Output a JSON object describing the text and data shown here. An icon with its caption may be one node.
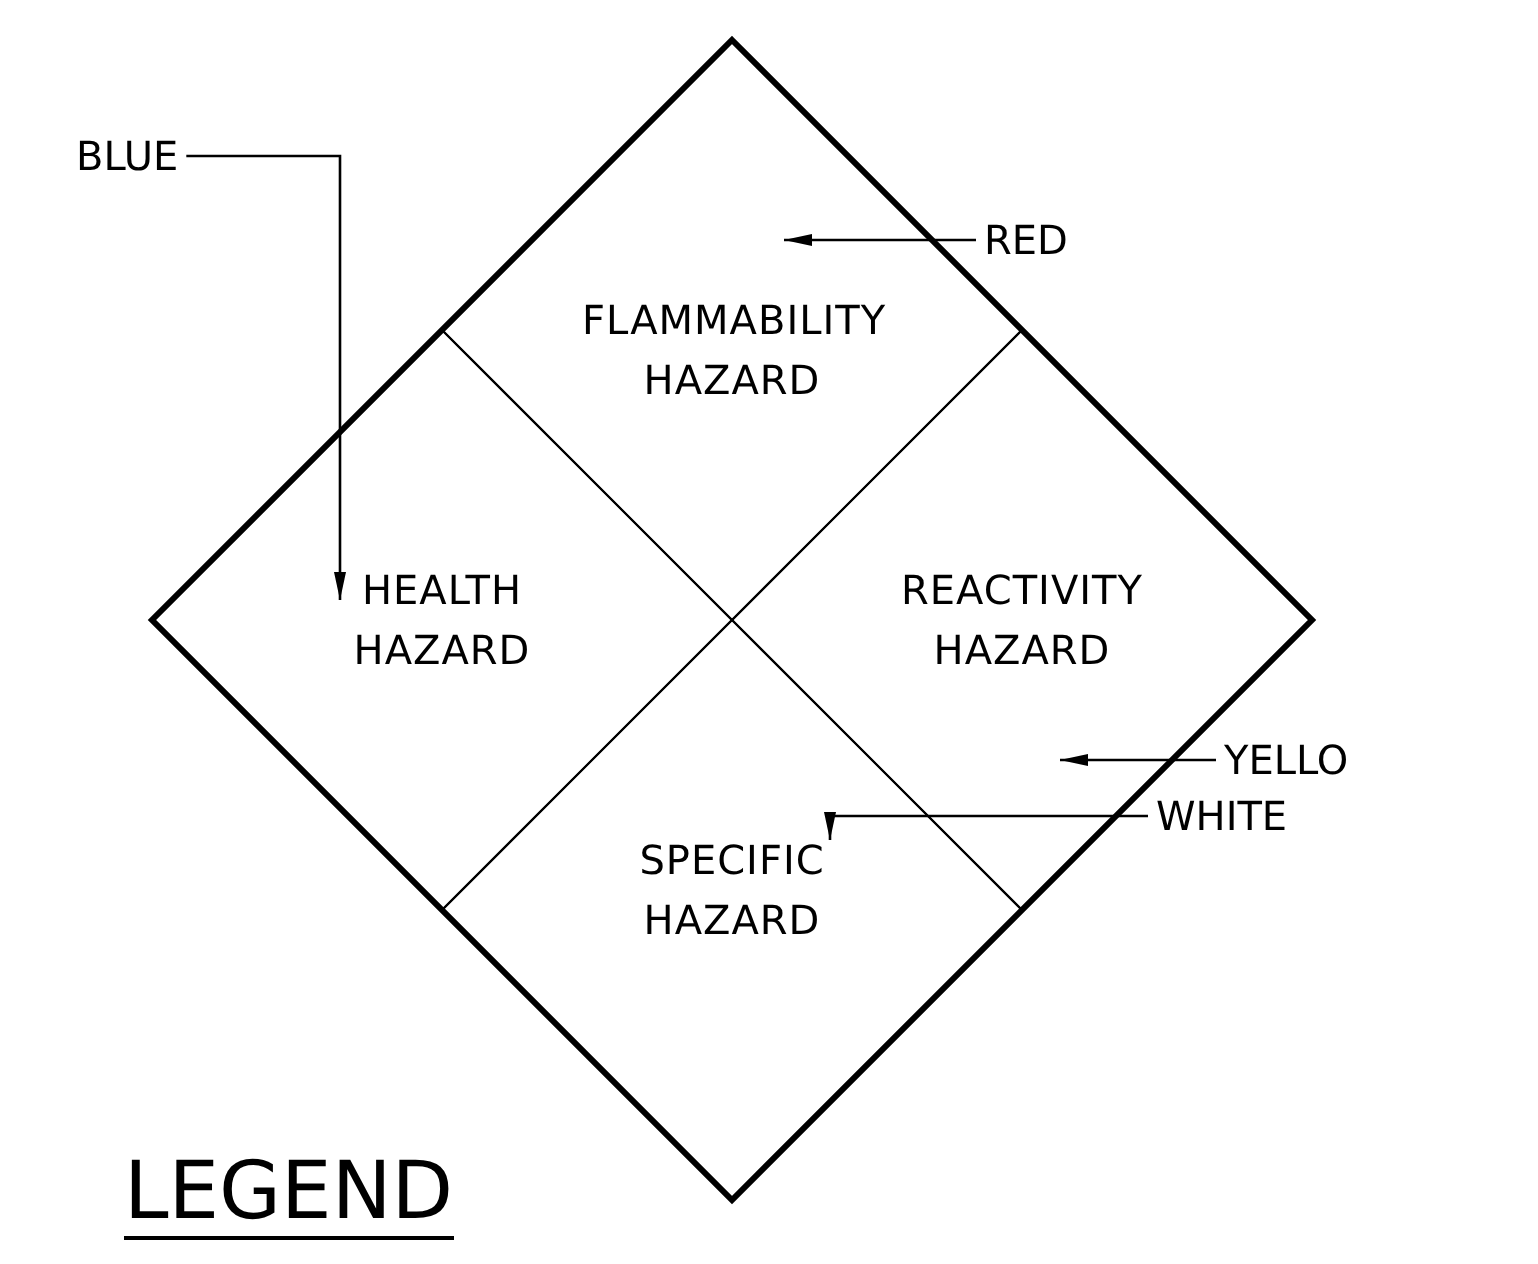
{
  "diagram": {
    "title": "LEGEND",
    "nodes": [
      {
        "text": [],
        "shape": "diamond"
      },
      {
        "text": [
          "FLAMMABILITY HAZARD"
        ],
        "in": 0
      },
      {
        "text": [
          "HEALTH HAZARD"
        ],
        "in": 0
      },
      {
        "text": [
          "REACTIVITY HAZARD"
        ],
        "in": 0
      },
      {
        "text": [
          "SPECIFIC HAZARD"
        ],
        "in": 0
      },
      {
        "text": [
          "BLUE"
        ]
      },
      {
        "text": [
          "RED"
        ]
      },
      {
        "text": [
          "YELLO"
        ]
      },
      {
        "text": [
          "WHITE"
        ]
      }
    ],
    "edges": [
      {
        "from": 5,
        "to": 2,
        "arrow": "to"
      },
      {
        "from": 6,
        "to": 1,
        "arrow": "to"
      },
      {
        "from": 7,
        "to": 3,
        "arrow": "to"
      },
      {
        "from": 8,
        "to": 4,
        "arrow": "to"
      }
    ]
  }
}
